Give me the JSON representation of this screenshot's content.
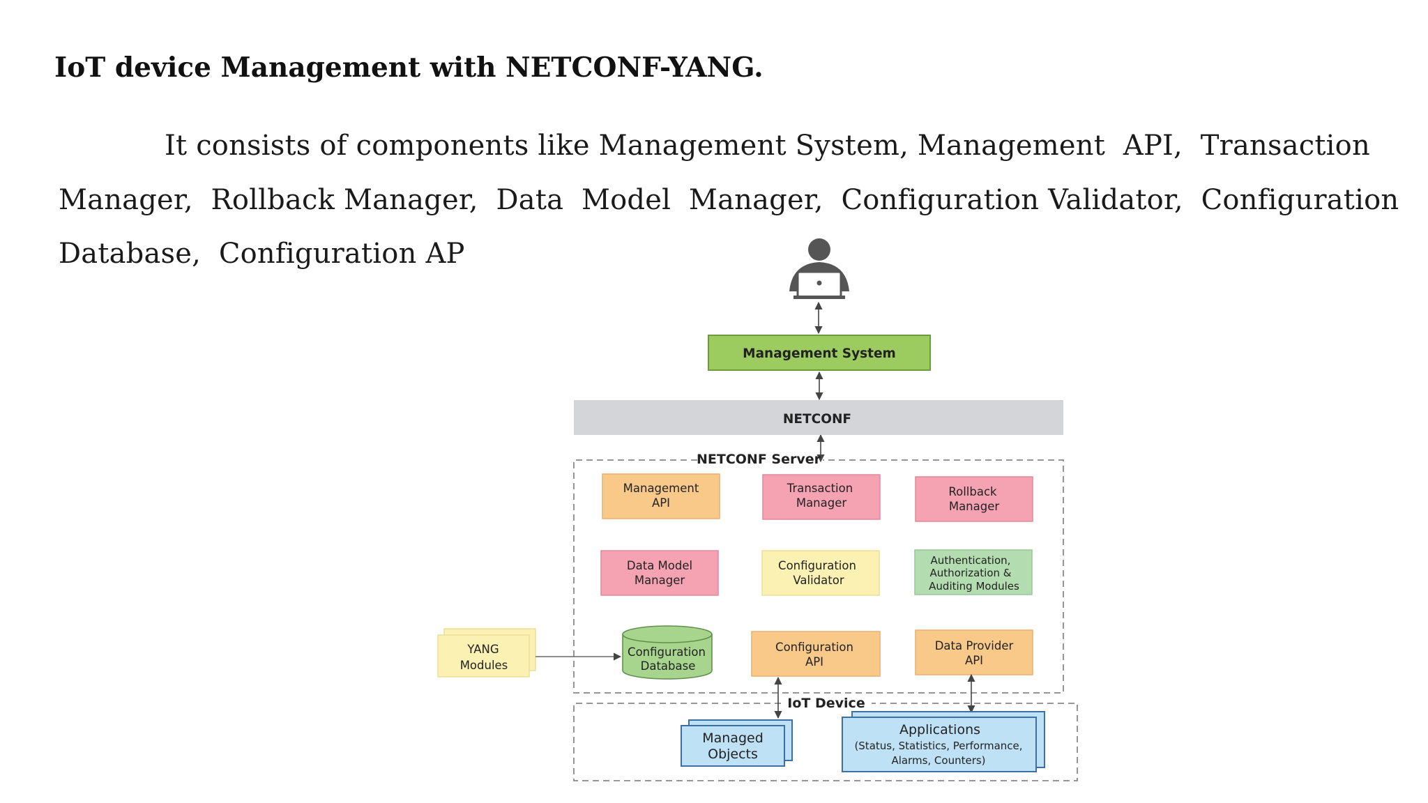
{
  "title": "IoT  device  Management with NETCONF-YANG.",
  "paragraph": {
    "lines": [
      "It consists of components like Management System, Management  API,  Transaction",
      "Manager,  Rollback Manager,  Data  Model  Manager,  Configuration Validator,  Configuration",
      "Database,  Configuration AP"
    ]
  },
  "diagram": {
    "user_icon": "user-with-laptop-icon",
    "management_system": "Management System",
    "netconf_bar": "NETCONF",
    "server_group": "NETCONF Server",
    "device_group": "IoT Device",
    "components": {
      "management_api": [
        "Management",
        "API"
      ],
      "transaction_manager": [
        "Transaction",
        "Manager"
      ],
      "rollback_manager": [
        "Rollback",
        "Manager"
      ],
      "data_model_manager": [
        "Data Model",
        "Manager"
      ],
      "configuration_validator": [
        "Configuration",
        "Validator"
      ],
      "auth_modules": [
        "Authentication,",
        "Authorization &",
        "Auditing Modules"
      ],
      "configuration_database": [
        "Configuration",
        "Database"
      ],
      "configuration_api": [
        "Configuration",
        "API"
      ],
      "data_provider_api": [
        "Data Provider",
        "API"
      ],
      "yang_modules": [
        "YANG",
        "Modules"
      ],
      "managed_objects": [
        "Managed",
        "Objects"
      ],
      "applications": [
        "Applications",
        "(Status, Statistics, Performance,",
        "Alarms, Counters)"
      ]
    },
    "colors": {
      "green": "#9ccb5f",
      "grey_bar": "#d4d5d8",
      "orange": "#f9c98a",
      "pink": "#f5a3b3",
      "yellow": "#fbf1b3",
      "light_green": "#b3dcb0",
      "blue": "#bfe1f5",
      "db_green": "#a7d58e"
    }
  }
}
